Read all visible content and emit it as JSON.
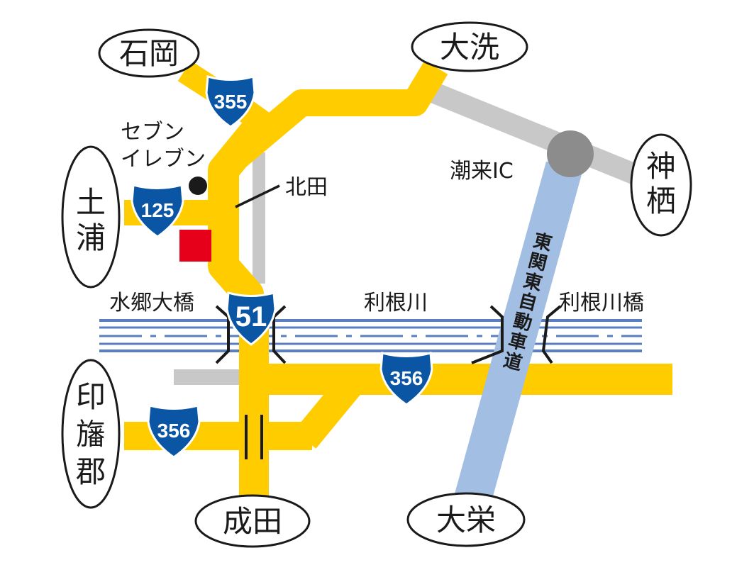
{
  "places": {
    "ishioka": "石岡",
    "oarai": "大洗",
    "tsuchiura_1": "土",
    "tsuchiura_2": "浦",
    "kamisu_1": "神",
    "kamisu_2": "栖",
    "inba_1": "印",
    "inba_2": "旛",
    "inba_3": "郡",
    "narita": "成田",
    "sakae": "大栄"
  },
  "labels": {
    "seven_eleven_line1": "セブン",
    "seven_eleven_line2": "イレブン",
    "kitada": "北田",
    "itako_ic": "潮来IC",
    "suigo_bridge": "水郷大橋",
    "tone_river": "利根川",
    "tone_bridge": "利根川橋",
    "expressway": [
      "東",
      "関",
      "東",
      "自",
      "動",
      "車",
      "道"
    ]
  },
  "routes": {
    "r355": "355",
    "r125": "125",
    "r51": "51",
    "r356_east": "356",
    "r356_west": "356"
  },
  "colors": {
    "road": "#FFCC00",
    "minor_road": "#C8C8C8",
    "expressway": "#A3BEE3",
    "river_line": "#5A7FC0",
    "shield": "#0A56A5",
    "destination": "#E6001A",
    "interchange": "#8C8C8C"
  }
}
